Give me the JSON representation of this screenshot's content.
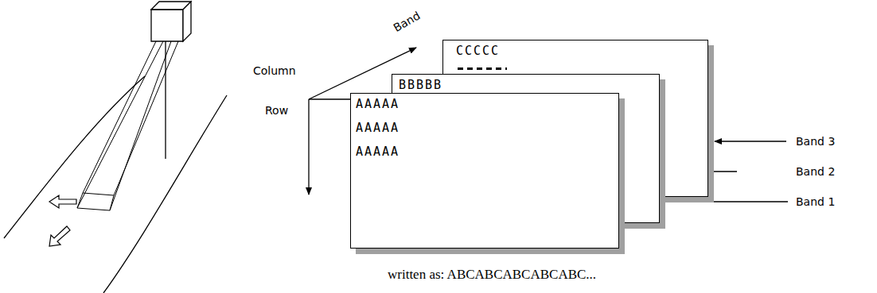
{
  "diagram": {
    "caption": "written as: ABCABCABCABCABC...",
    "nodes": [
      {
        "text": [
          "CCCCC"
        ]
      },
      {
        "text": [
          "BBBBB"
        ]
      },
      {
        "text": [
          "AAAAA",
          "AAAAA",
          "AAAAA"
        ]
      }
    ],
    "labels": [
      "Band",
      "Column",
      "Row",
      "Band 3",
      "Band 2",
      "Band 1"
    ]
  }
}
